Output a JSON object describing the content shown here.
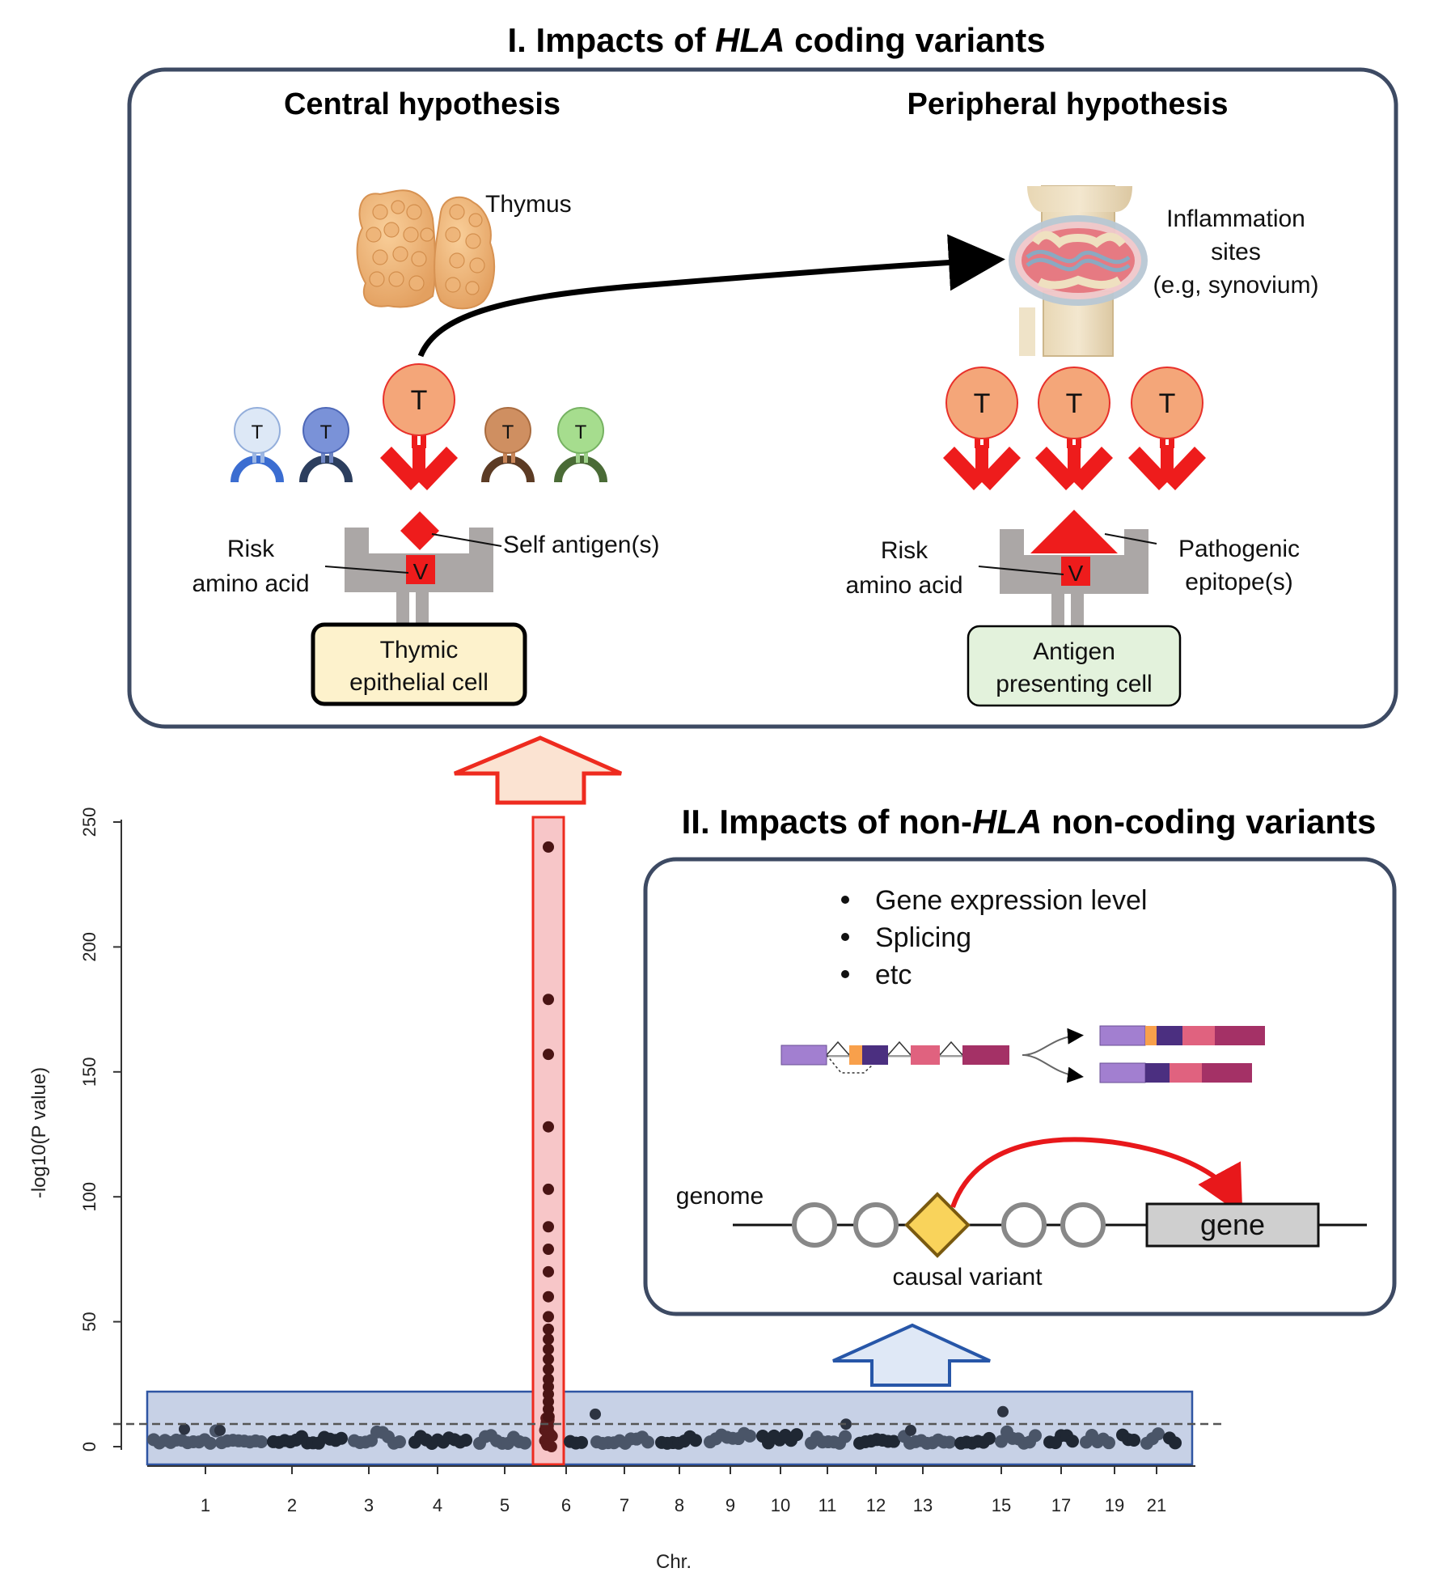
{
  "section1": {
    "title_prefix": "I. Impacts of ",
    "title_italic": "HLA",
    "title_suffix": " coding variants",
    "central": {
      "heading": "Central hypothesis",
      "thymus": "Thymus",
      "tcell_label": "T",
      "risk_line1": "Risk",
      "risk_line2": "amino acid",
      "v_label": "V",
      "self_antigen": "Self antigen(s)",
      "cell_line1": "Thymic",
      "cell_line2": "epithelial cell"
    },
    "peripheral": {
      "heading": "Peripheral hypothesis",
      "infl_line1": "Inflammation",
      "infl_line2": "sites",
      "infl_line3": "(e.g, synovium)",
      "tcell_label": "T",
      "risk_line1": "Risk",
      "risk_line2": "amino acid",
      "v_label": "V",
      "epi_line1": "Pathogenic",
      "epi_line2": "epitope(s)",
      "cell_line1": "Antigen",
      "cell_line2": "presenting cell"
    }
  },
  "section2": {
    "title_prefix": "II. Impacts of non-",
    "title_italic": "HLA",
    "title_suffix": " non-coding variants",
    "bullets": [
      "Gene expression level",
      "Splicing",
      "etc"
    ],
    "genome_label": "genome",
    "gene_label": "gene",
    "causal_label": "causal variant"
  },
  "colors": {
    "box_border": "#3d4a63",
    "tcell_fill": "#f4a679",
    "tcell_stroke": "#e8312b",
    "receptor_red": "#ee1c1c",
    "mhc_gray": "#aba7a6",
    "thymic_cell_fill": "#fdf2cc",
    "apc_fill": "#e3f2dc",
    "hla_band": "#f7c6c8",
    "non_hla_band": "#c7d1e6",
    "variant_diamond": "#f9d35b"
  },
  "chart_data": {
    "type": "scatter",
    "title": "",
    "xlabel": "Chr.",
    "ylabel": "-log10(P value)",
    "ylim": [
      0,
      250
    ],
    "yticks": [
      0,
      50,
      100,
      150,
      200,
      250
    ],
    "xticks": [
      "1",
      "2",
      "3",
      "4",
      "5",
      "6",
      "7",
      "8",
      "9",
      "10",
      "11",
      "12",
      "13",
      "15",
      "17",
      "19",
      "21"
    ],
    "significance_threshold": 7.3,
    "hla_peak_chr": "6",
    "hla_peak_values": [
      240,
      179,
      157,
      128,
      103,
      88,
      79,
      70,
      60,
      52,
      47,
      43,
      39,
      35,
      31,
      27,
      24,
      21,
      18,
      15,
      12
    ],
    "other_hits": [
      {
        "chr": "1",
        "value": 7
      },
      {
        "chr": "1",
        "value": 6.5
      },
      {
        "chr": "6",
        "value": 13
      },
      {
        "chr": "11",
        "value": 9
      },
      {
        "chr": "13",
        "value": 6.5
      },
      {
        "chr": "15",
        "value": 14
      }
    ]
  }
}
